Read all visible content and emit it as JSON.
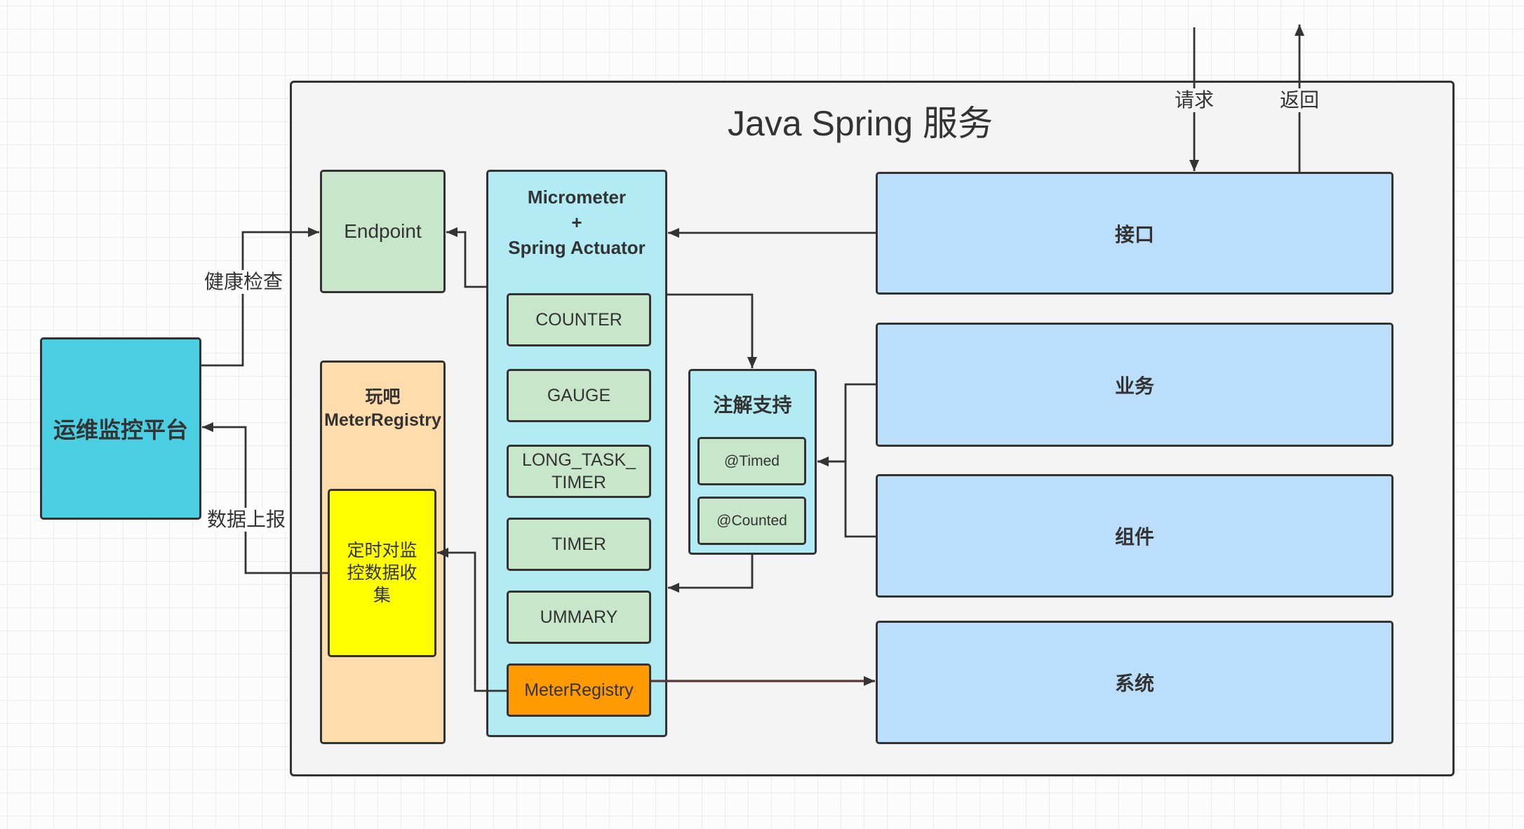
{
  "colors": {
    "canvas": "#fcfcfc",
    "service_container": "#f4f4f4",
    "ops_platform": "#4bcfe2",
    "endpoint": "#c8e6c9",
    "wanba_registry": "#ffdcab",
    "collector": "#ffff00",
    "micrometer": "#b2ebf3",
    "meter": "#c8e6c9",
    "registry": "#ff9a00",
    "annotations": "#b2ebf3",
    "annotation_item": "#c8e6c9",
    "layer": "#bbdefb"
  },
  "service": {
    "title": "Java Spring 服务"
  },
  "ops_platform": {
    "label": "运维监控平台"
  },
  "endpoint": {
    "label": "Endpoint"
  },
  "wanba_registry": {
    "title": [
      "玩吧",
      "MeterRegistry"
    ],
    "collector": [
      "定时对监",
      "控数据收",
      "集"
    ]
  },
  "micrometer": {
    "title": [
      "Micrometer",
      "+",
      "Spring Actuator"
    ],
    "meters": [
      {
        "lines": [
          "COUNTER"
        ]
      },
      {
        "lines": [
          "GAUGE"
        ]
      },
      {
        "lines": [
          "LONG_TASK_",
          "TIMER"
        ]
      },
      {
        "lines": [
          "TIMER"
        ]
      },
      {
        "lines": [
          "UMMARY"
        ]
      }
    ],
    "registry": "MeterRegistry"
  },
  "annotations": {
    "title": "注解支持",
    "items": [
      "@Timed",
      "@Counted"
    ]
  },
  "layers": [
    {
      "label": "接口"
    },
    {
      "label": "业务"
    },
    {
      "label": "组件"
    },
    {
      "label": "系统"
    }
  ],
  "edge_labels": {
    "request": "请求",
    "response": "返回",
    "health_check": "健康检查",
    "data_report": "数据上报"
  }
}
